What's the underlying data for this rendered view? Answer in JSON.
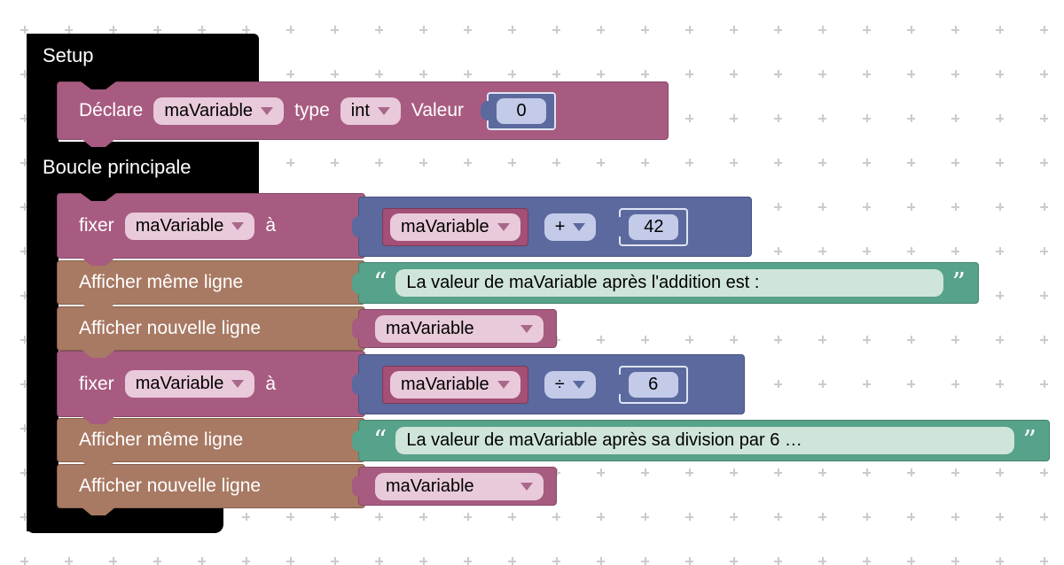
{
  "colors": {
    "container": "#000000",
    "variable_block": "#a85b80",
    "variable_field": "#e9cada",
    "math_block": "#5b699e",
    "math_field": "#c3cbe9",
    "io_block": "#a87963",
    "string_block": "#57a28a",
    "string_field": "#cfe5da",
    "grid_cross": "#cbcbcb",
    "canvas": "#ffffff"
  },
  "container": {
    "setup_label": "Setup",
    "loop_label": "Boucle principale"
  },
  "declare": {
    "keyword": "Déclare",
    "variable": "maVariable",
    "type_label": "type",
    "type_value": "int",
    "value_label": "Valeur",
    "value": "0"
  },
  "set1": {
    "keyword": "fixer",
    "variable": "maVariable",
    "to_label": "à",
    "expr_variable": "maVariable",
    "operator": "+",
    "operand": "42"
  },
  "print_same1": {
    "label": "Afficher même ligne",
    "quote_open": "“",
    "quote_close": "”",
    "text": "La valeur de maVariable après l'addition est :"
  },
  "print_new1": {
    "label": "Afficher nouvelle ligne",
    "variable": "maVariable"
  },
  "set2": {
    "keyword": "fixer",
    "variable": "maVariable",
    "to_label": "à",
    "expr_variable": "maVariable",
    "operator": "÷",
    "operand": "6"
  },
  "print_same2": {
    "label": "Afficher même ligne",
    "quote_open": "“",
    "quote_close": "”",
    "text": "La valeur de maVariable après sa division par 6 …"
  },
  "print_new2": {
    "label": "Afficher nouvelle ligne",
    "variable": "maVariable"
  }
}
